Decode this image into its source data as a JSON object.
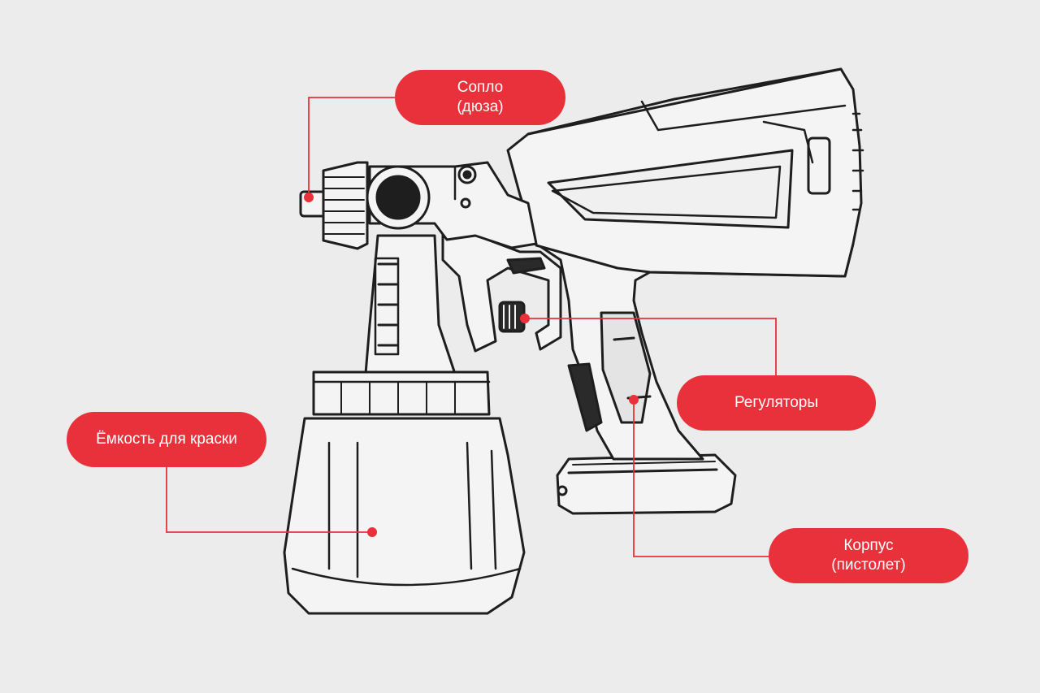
{
  "colors": {
    "background": "#ececec",
    "accent": "#e8313a",
    "outline": "#1e1e1e",
    "fill": "#f4f4f4"
  },
  "labels": {
    "nozzle": {
      "line1": "Сопло",
      "line2": "(дюза)"
    },
    "regulators": {
      "line1": "Регуляторы"
    },
    "container": {
      "line1": "Ёмкость для краски"
    },
    "body": {
      "line1": "Корпус",
      "line2": "(пистолет)"
    }
  },
  "icons": {
    "illustration": "paint-spray-gun-icon"
  }
}
